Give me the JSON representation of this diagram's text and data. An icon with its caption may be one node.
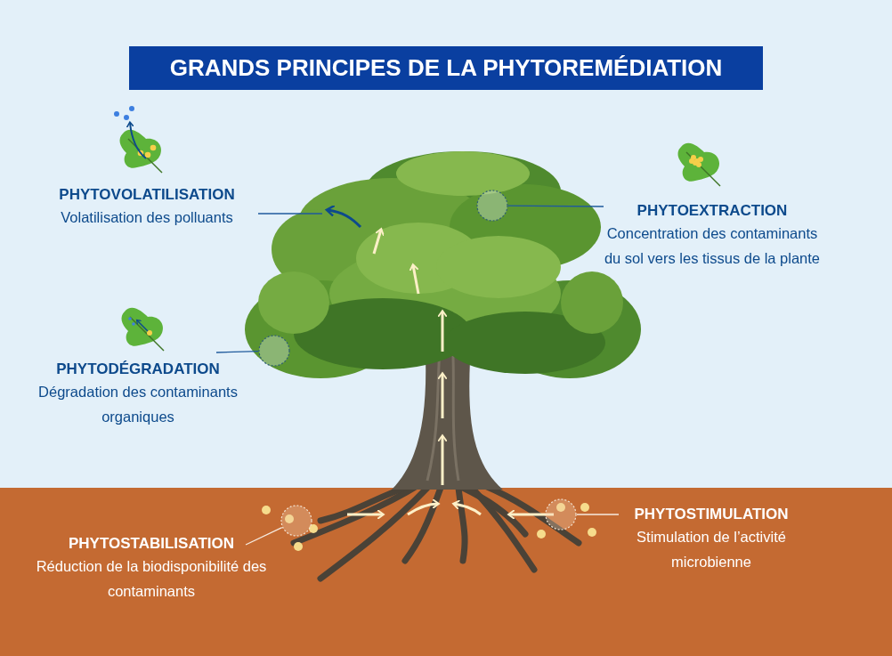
{
  "diagram": {
    "title": "GRANDS PRINCIPES DE LA PHYTOREMÉDIATION",
    "nodes": [
      {
        "text": [
          "PHYTOVOLATILISATION",
          "Volatilisation des polluants"
        ]
      },
      {
        "text": [
          "PHYTOEXTRACTION",
          "Concentration des contaminants du sol vers les tissus de la plante"
        ]
      },
      {
        "text": [],
        "shape": "circle"
      },
      {
        "text": [
          "PHYTODÉGRADATION",
          "Dégradation des contaminants organiques"
        ]
      },
      {
        "text": [],
        "shape": "circle"
      },
      {
        "text": [
          "PHYTOSTABILISATION",
          "Réduction de la biodisponibilité des contaminants"
        ]
      },
      {
        "text": [],
        "shape": "circle"
      },
      {
        "text": [
          "PHYTOSTIMULATION",
          "Stimulation de l’activité microbienne"
        ]
      },
      {
        "text": [],
        "shape": "circle"
      }
    ],
    "edges": [
      {
        "from": 0,
        "to": null,
        "arrow": "none"
      },
      {
        "from": 1,
        "to": 2,
        "arrow": "none"
      },
      {
        "from": 3,
        "to": 4,
        "arrow": "none"
      },
      {
        "from": 5,
        "to": 6,
        "arrow": "none",
        "color": "#f6ebe0"
      },
      {
        "from": 7,
        "to": 8,
        "arrow": "none",
        "color": "#f6ebe0"
      }
    ]
  }
}
